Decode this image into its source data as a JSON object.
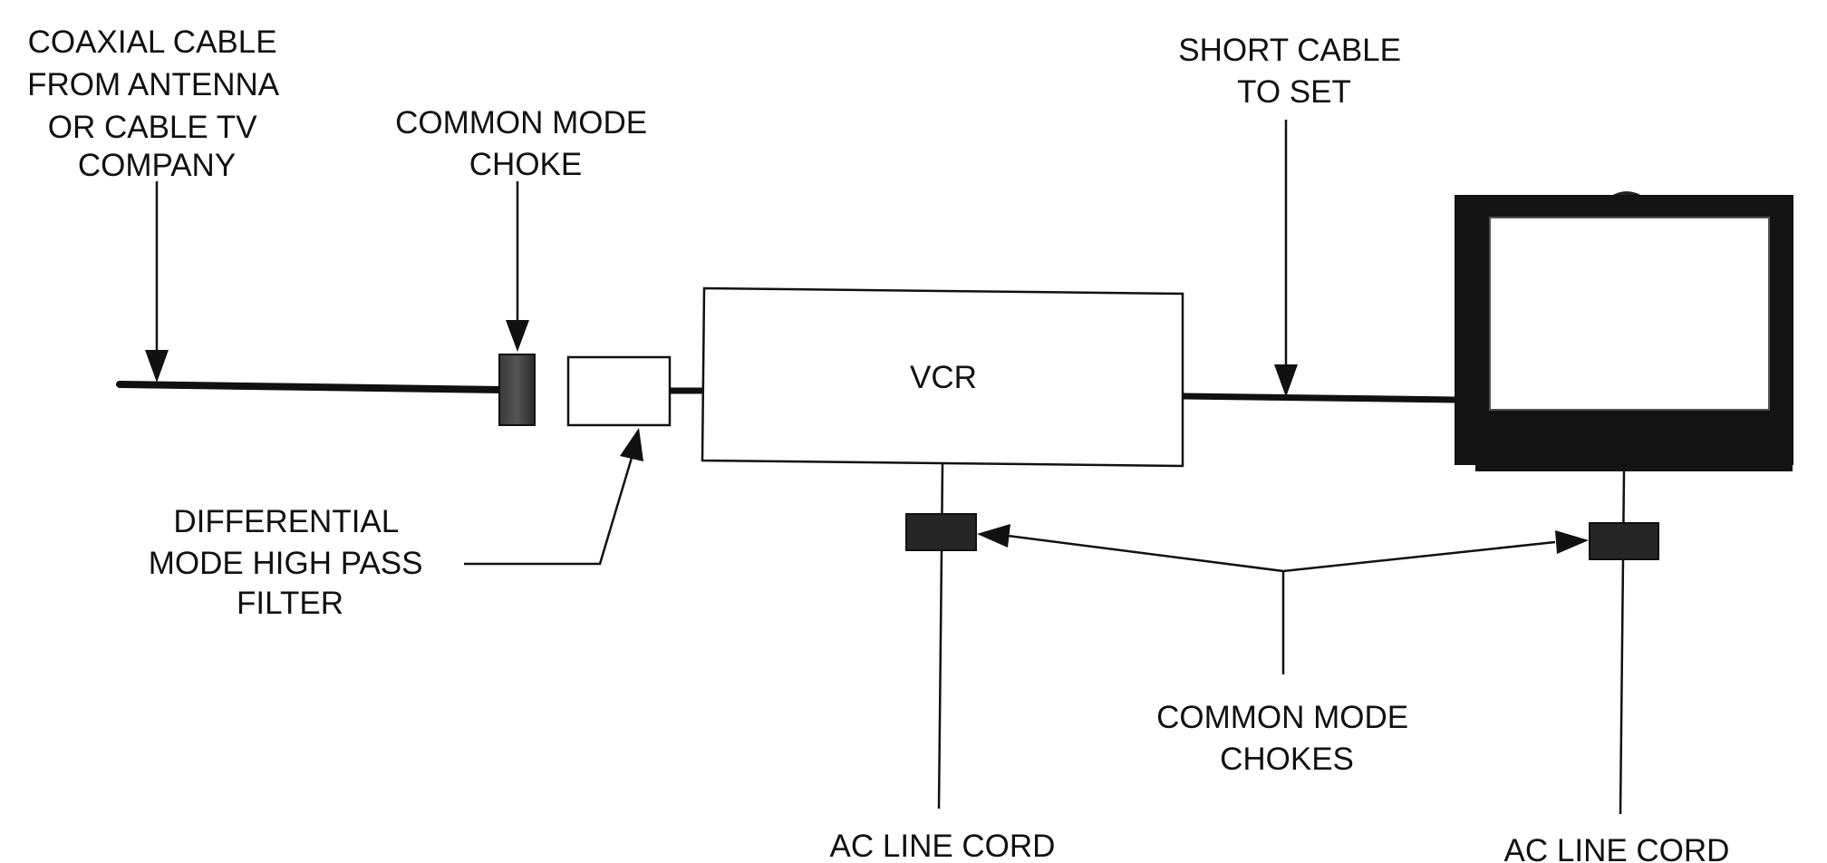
{
  "labels": {
    "coax": [
      "COAXIAL CABLE",
      "FROM ANTENNA",
      "OR CABLE TV",
      "COMPANY"
    ],
    "cm_choke": [
      "COMMON MODE",
      "CHOKE"
    ],
    "short_cable": [
      "SHORT CABLE",
      "TO SET"
    ],
    "vcr": "VCR",
    "diff_filter": [
      "DIFFERENTIAL",
      "MODE HIGH PASS",
      "FILTER"
    ],
    "cm_chokes": [
      "COMMON MODE",
      "CHOKES"
    ],
    "ac_line_vcr": "AC LINE CORD",
    "ac_line_tv": "AC LINE CORD"
  },
  "colors": {
    "ink": "#111111",
    "choke_fill": "#2b2b2b",
    "background": "#ffffff"
  }
}
